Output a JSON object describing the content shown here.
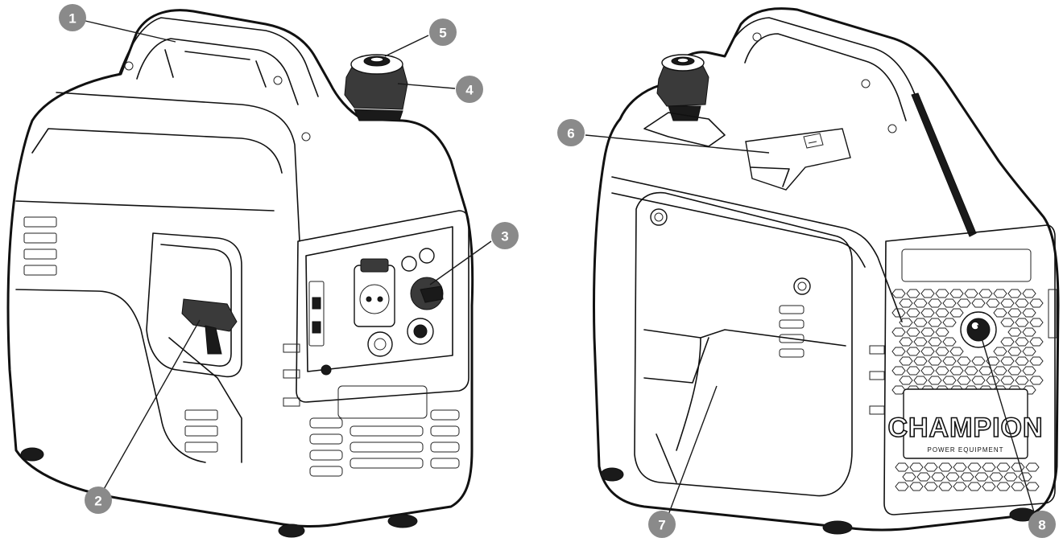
{
  "diagram": {
    "callouts": [
      {
        "id": 1,
        "label": "1"
      },
      {
        "id": 2,
        "label": "2"
      },
      {
        "id": 3,
        "label": "3"
      },
      {
        "id": 4,
        "label": "4"
      },
      {
        "id": 5,
        "label": "5"
      },
      {
        "id": 6,
        "label": "6"
      },
      {
        "id": 7,
        "label": "7"
      },
      {
        "id": 8,
        "label": "8"
      }
    ],
    "brand": {
      "name": "CHAMPION",
      "tagline": "POWER EQUIPMENT"
    }
  },
  "colors": {
    "callout_fill": "#8a8a8a",
    "callout_text": "#ffffff",
    "line": "#111111"
  }
}
